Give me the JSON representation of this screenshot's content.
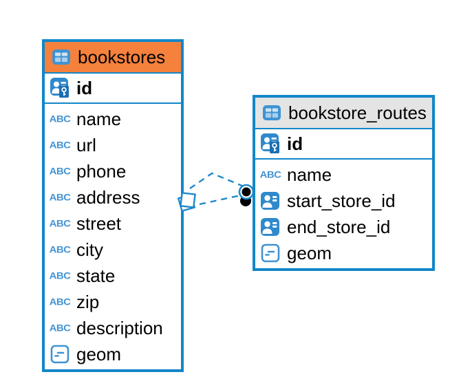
{
  "colors": {
    "canvas_bg": "#ffffff",
    "border_blue": "#1286c9",
    "line_blue": "#1e88cb",
    "icon_blue": "#3f93d3",
    "pk_bg": "#2f89cd",
    "pk_badge": "#1b6fb1",
    "abc_blue": "#4494d4",
    "orange_header": "#f5813c",
    "gray_header": "#e4e4e4",
    "text_color": "#000000"
  },
  "abc_icon_text": "ABC",
  "tables": [
    {
      "title": "bookstores",
      "header_style": "orange",
      "primary_key": {
        "label": "id",
        "icon": "primary-key-icon"
      },
      "columns": [
        {
          "label": "name",
          "icon": "text-type-icon"
        },
        {
          "label": "url",
          "icon": "text-type-icon"
        },
        {
          "label": "phone",
          "icon": "text-type-icon"
        },
        {
          "label": "address",
          "icon": "text-type-icon"
        },
        {
          "label": "street",
          "icon": "text-type-icon"
        },
        {
          "label": "city",
          "icon": "text-type-icon"
        },
        {
          "label": "state",
          "icon": "text-type-icon"
        },
        {
          "label": "zip",
          "icon": "text-type-icon"
        },
        {
          "label": "description",
          "icon": "text-type-icon"
        },
        {
          "label": "geom",
          "icon": "geometry-type-icon"
        }
      ]
    },
    {
      "title": "bookstore_routes",
      "header_style": "gray",
      "primary_key": {
        "label": "id",
        "icon": "primary-key-icon"
      },
      "columns": [
        {
          "label": "name",
          "icon": "text-type-icon"
        },
        {
          "label": "start_store_id",
          "icon": "foreign-key-icon"
        },
        {
          "label": "end_store_id",
          "icon": "foreign-key-icon"
        },
        {
          "label": "geom",
          "icon": "geometry-type-icon"
        }
      ]
    }
  ],
  "relationship": {
    "style": "dashed",
    "from_table": "bookstores",
    "to_table": "bookstore_routes",
    "endpoints": [
      "diamond",
      "dot"
    ]
  }
}
